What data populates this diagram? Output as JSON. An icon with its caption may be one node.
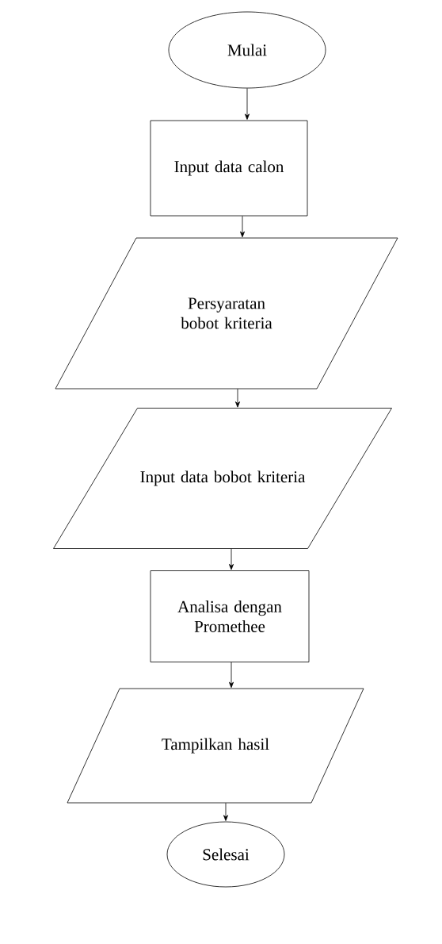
{
  "diagram": {
    "nodes": [
      {
        "text": [
          "Mulai"
        ]
      },
      {
        "text": [
          "Input data calon"
        ]
      },
      {
        "text": [
          "Persyaratan bobot kriteria"
        ]
      },
      {
        "text": [
          "Input data bobot kriteria"
        ]
      },
      {
        "text": [
          "Analisa dengan Promethee"
        ]
      },
      {
        "text": [
          "Tampilkan hasil"
        ]
      },
      {
        "text": [
          "Selesai"
        ]
      }
    ],
    "edges": [
      {
        "from": 0,
        "to": 1,
        "arrow": "to"
      },
      {
        "from": 1,
        "to": 2,
        "arrow": "to"
      },
      {
        "from": 2,
        "to": 3,
        "arrow": "to"
      },
      {
        "from": 3,
        "to": 4,
        "arrow": "to"
      },
      {
        "from": 4,
        "to": 5,
        "arrow": "to"
      },
      {
        "from": 5,
        "to": 6,
        "arrow": "to"
      }
    ]
  }
}
